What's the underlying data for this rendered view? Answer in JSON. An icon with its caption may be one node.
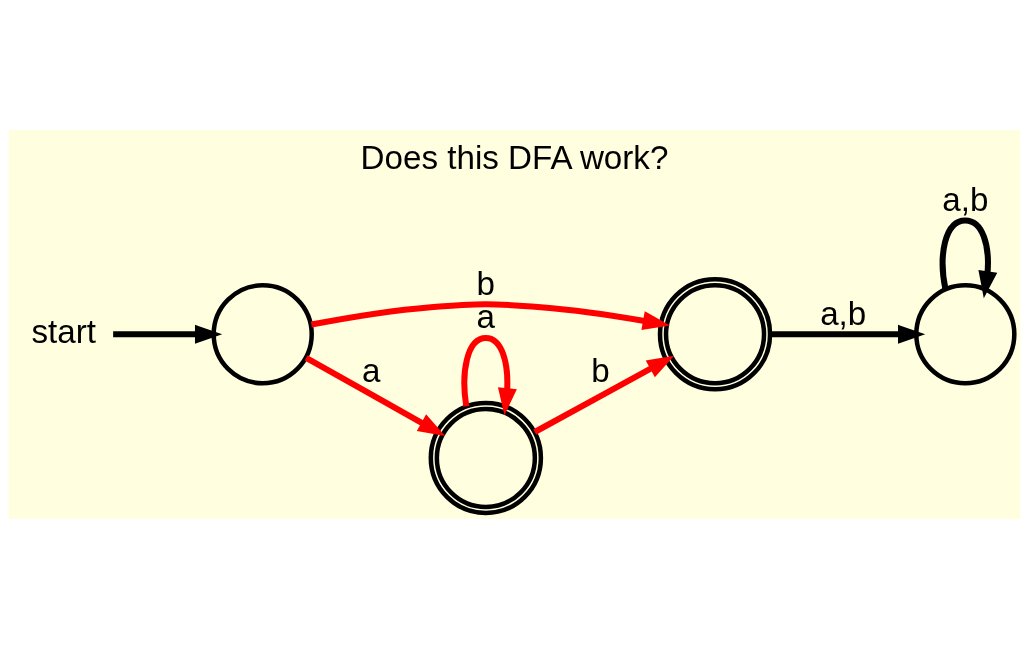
{
  "diagram": {
    "title": "Does this DFA work?",
    "nodes": [
      {
        "text": [],
        "shape": "circle"
      },
      {
        "text": [],
        "shape": "doublecircle"
      },
      {
        "text": [],
        "shape": "circle"
      },
      {
        "text": [],
        "shape": "doublecircle"
      },
      {
        "text": [
          "start"
        ]
      }
    ],
    "edges": [
      {
        "from": 4,
        "to": 0,
        "arrow": "to",
        "color": "#000000"
      },
      {
        "from": 0,
        "to": 3,
        "arrow": "to",
        "label": "a"
      },
      {
        "from": 0,
        "to": 1,
        "arrow": "to",
        "label": "b"
      },
      {
        "from": 3,
        "to": 1,
        "arrow": "to",
        "label": "b"
      },
      {
        "from": 3,
        "to": 3,
        "arrow": "to",
        "label": "a"
      },
      {
        "from": 1,
        "to": 2,
        "arrow": "to",
        "label": "a,b",
        "color": "#000000"
      },
      {
        "from": 2,
        "to": 2,
        "arrow": "to",
        "label": "a,b",
        "color": "#000000"
      }
    ]
  }
}
